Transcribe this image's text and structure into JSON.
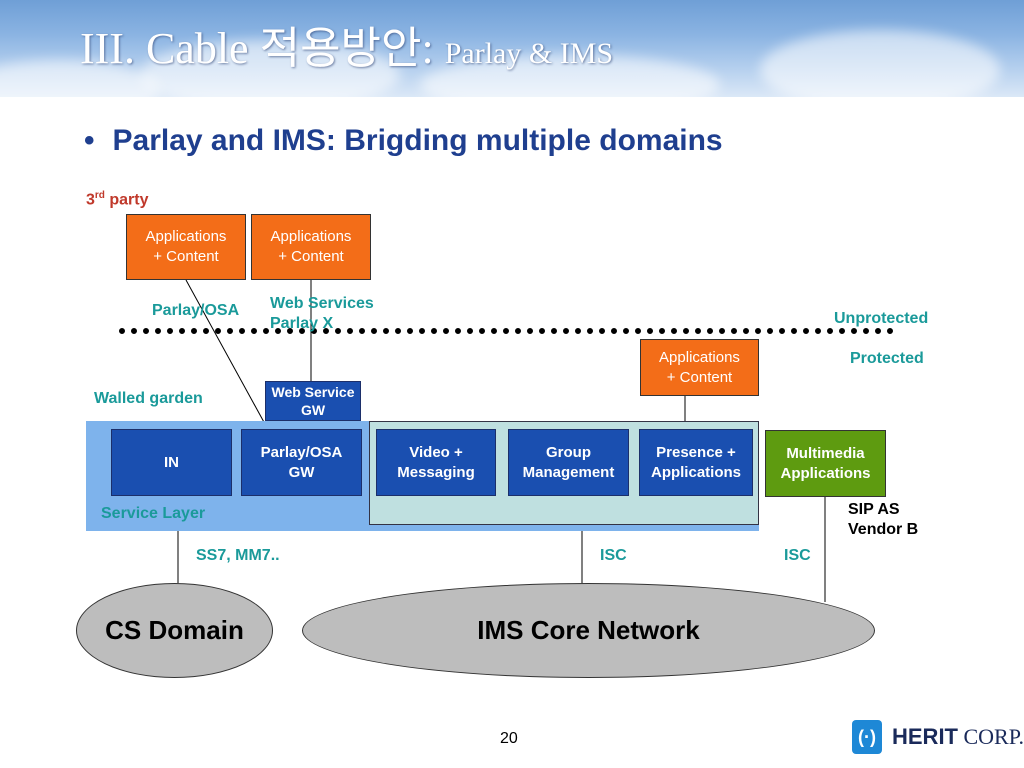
{
  "header": {
    "title_main": "III. Cable 적용방안: ",
    "title_sub": "Parlay & IMS"
  },
  "bullet": "Parlay and IMS: Brigding multiple domains",
  "labels": {
    "third_party_num": "3",
    "third_party_sup": "rd",
    "third_party_text": " party",
    "parlay_osa": "Parlay/OSA",
    "web_services_1": "Web Services",
    "web_services_2": "Parlay X",
    "unprotected": "Unprotected",
    "protected": "Protected",
    "walled_garden": "Walled garden",
    "service_layer": "Service Layer",
    "sip_as_1": "SIP AS",
    "sip_as_2": "Vendor B",
    "ss7": "SS7, MM7..",
    "isc_1": "ISC",
    "isc_2": "ISC"
  },
  "boxes": {
    "app1": [
      "Applications",
      "+ Content"
    ],
    "app2": [
      "Applications",
      "+ Content"
    ],
    "app3": [
      "Applications",
      "+ Content"
    ],
    "web_service_gw": [
      "Web Service",
      "GW"
    ],
    "in": [
      "IN"
    ],
    "parlay_gw": [
      "Parlay/OSA",
      "GW"
    ],
    "video": [
      "Video +",
      "Messaging"
    ],
    "group": [
      "Group",
      "Management"
    ],
    "presence": [
      "Presence +",
      "Applications"
    ],
    "multimedia": [
      "Multimedia",
      "Applications"
    ]
  },
  "domains": {
    "cs": "CS Domain",
    "ims": "IMS Core Network"
  },
  "footer": {
    "page_number": "20",
    "logo_mark": "(·)",
    "logo_prefix": "HERIT",
    "logo_suffix": " CORP."
  },
  "colors": {
    "accent_orange": "#f36d18",
    "dark_blue": "#1a4fb0",
    "teal_label": "#1a9a9a",
    "green": "#5e9b10"
  }
}
